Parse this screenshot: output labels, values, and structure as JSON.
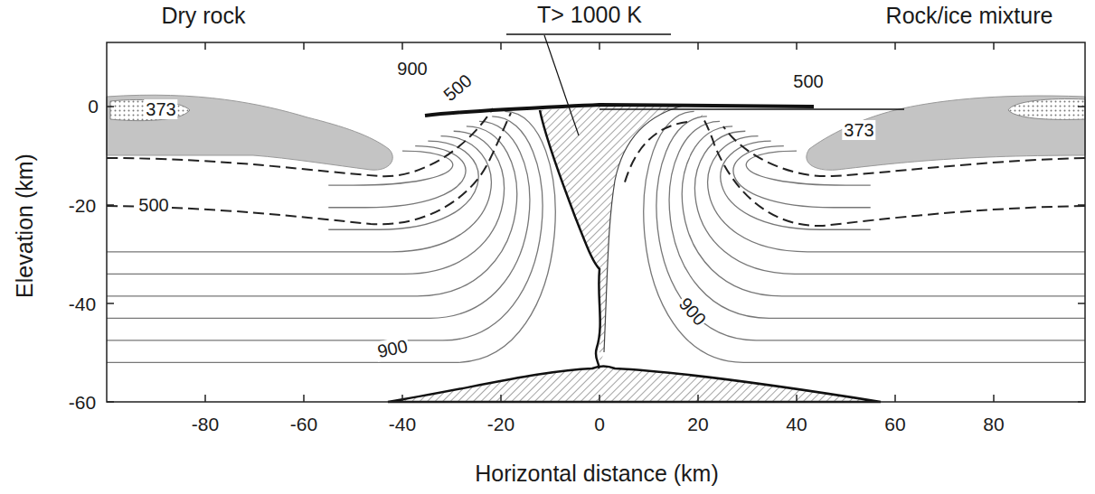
{
  "diagram": {
    "labels": [
      "Dry rock",
      "T> 1000 K",
      "Rock/ice mixture",
      "900",
      "500",
      "373",
      "500",
      "900",
      "500",
      "373",
      "900",
      "0",
      "-20",
      "-40",
      "-60",
      "-80",
      "-60",
      "-40",
      "-20",
      "0",
      "20",
      "40",
      "60",
      "80",
      "Elevation (km)",
      "Horizontal distance (km)"
    ]
  }
}
